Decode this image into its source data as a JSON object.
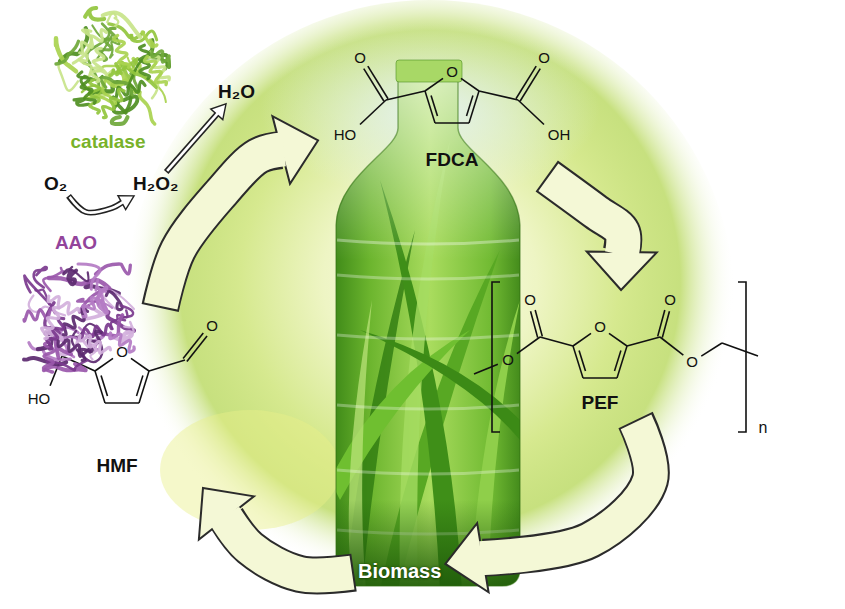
{
  "diagram": {
    "nodes": [
      {
        "text": [
          "catalase"
        ]
      },
      {
        "text": [
          "FDCA"
        ]
      },
      {
        "text": [
          "H₂O"
        ]
      },
      {
        "text": [
          "O₂"
        ]
      },
      {
        "text": [
          "H₂O₂"
        ]
      },
      {
        "text": [
          "AAO"
        ]
      },
      {
        "text": [
          "PEF"
        ]
      },
      {
        "text": [
          "HMF"
        ]
      },
      {
        "text": [
          "Biomass"
        ]
      }
    ],
    "edges": [
      {
        "from": 7,
        "to": 1,
        "arrow": "to"
      },
      {
        "from": 1,
        "to": 6,
        "arrow": "to"
      },
      {
        "from": 6,
        "to": 8,
        "arrow": "to"
      },
      {
        "from": 8,
        "to": 7,
        "arrow": "to"
      },
      {
        "from": 3,
        "to": 4,
        "arrow": "to"
      },
      {
        "from": 4,
        "to": 2,
        "arrow": "to"
      }
    ],
    "labels": [
      "O",
      "O",
      "O",
      "HO",
      "OH",
      "O",
      "O",
      "O",
      "O",
      "O",
      "n",
      "O",
      "O",
      "HO"
    ]
  }
}
